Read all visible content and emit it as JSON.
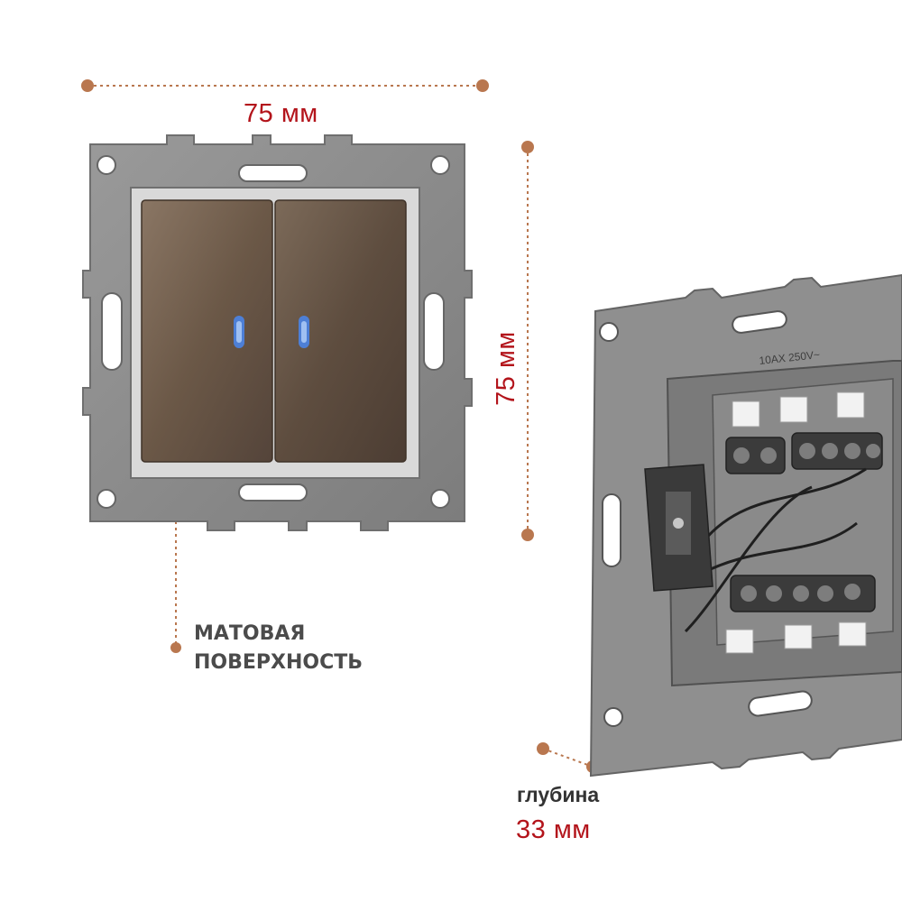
{
  "dimensions": {
    "width_label": "75 мм",
    "height_label": "75 мм",
    "depth_caption": "глубина",
    "depth_label": "33 мм"
  },
  "features": {
    "matte_line1": "МАТОВАЯ",
    "matte_line2": "ПОВЕРХНОСТЬ"
  },
  "mechanism_marking": "10AX 250V~",
  "colors": {
    "accent": "#b3141b",
    "dimension_line": "#b9774f",
    "frame": "#8c8c8c",
    "key": "#6e5a48",
    "indicator": "#4d7fd6"
  }
}
